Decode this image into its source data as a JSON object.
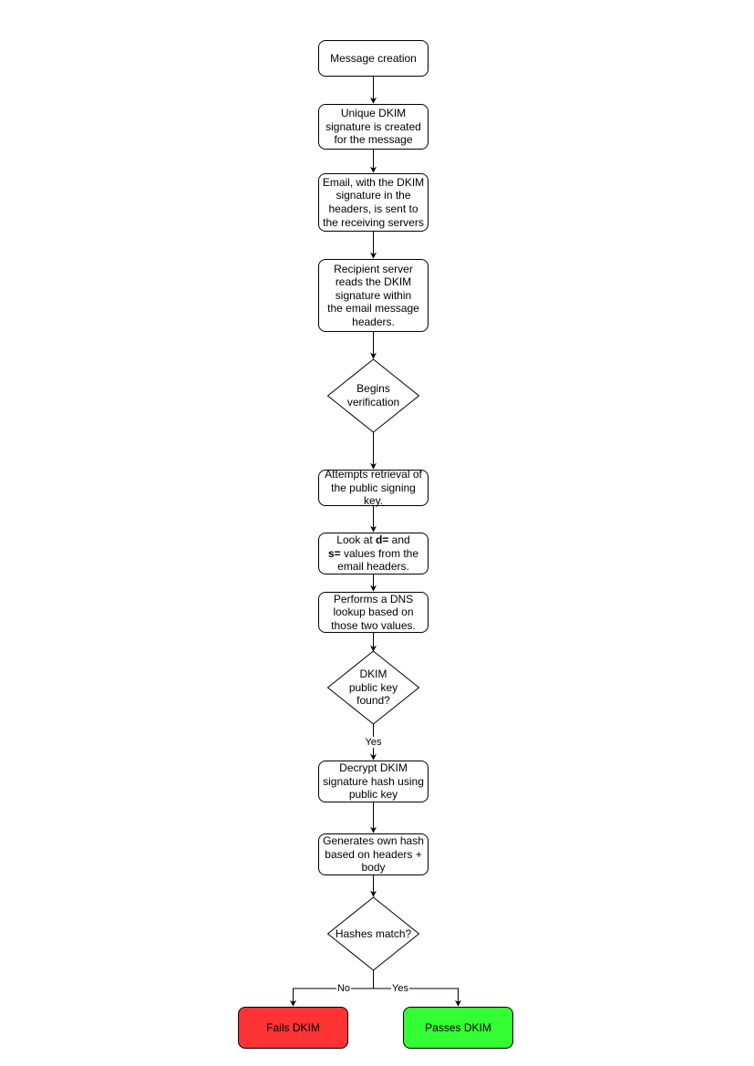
{
  "nodes": {
    "message_creation": "Message creation",
    "unique_signature": "Unique DKIM signature is created for the message",
    "email_sent": "Email, with the DKIM signature in the headers, is sent to the receiving servers",
    "recipient_reads": "Recipient server reads the DKIM signature within the email message headers.",
    "begins_verification": "Begins verification",
    "attempts_retrieval": "Attempts retrieval of the public signing key.",
    "look_at": {
      "prefix": "Look at ",
      "d": "d=",
      "and": " and",
      "s": "s=",
      "suffix": " values from the email headers."
    },
    "dns_lookup": "Performs a DNS lookup based on those two values.",
    "key_found": "DKIM public key found?",
    "decrypt": "Decrypt DKIM signature hash using public key",
    "generates_hash": "Generates own hash based on headers + body",
    "hashes_match": "Hashes match?",
    "fails": "Fails DKIM",
    "passes": "Passes DKIM"
  },
  "edge_labels": {
    "key_found_yes": "Yes",
    "match_no": "No",
    "match_yes": "Yes"
  },
  "colors": {
    "fail": "#ff3333",
    "pass": "#33ff33",
    "stroke": "#000000"
  }
}
